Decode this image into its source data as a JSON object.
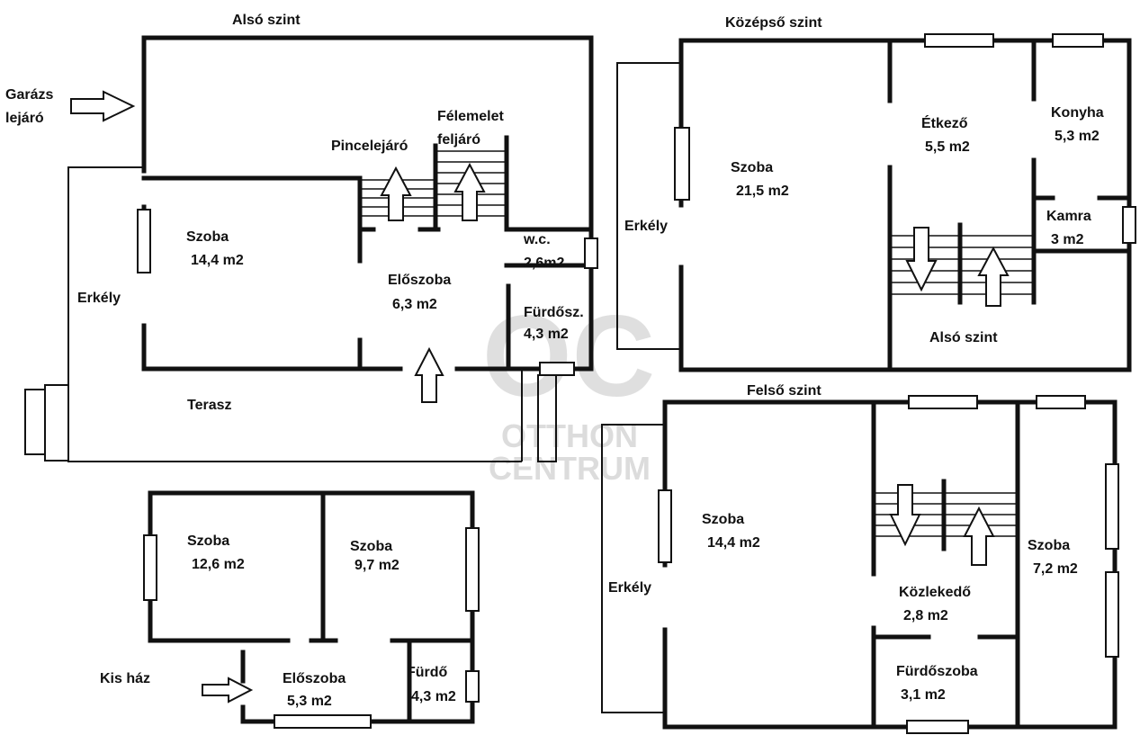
{
  "watermark": {
    "logo": "OC",
    "line1": "OTTHON",
    "line2": "CENTRUM",
    "color": "#c4c4c4"
  },
  "also_szint": {
    "title": "Alsó szint",
    "garazs_1": "Garázs",
    "garazs_2": "lejáró",
    "pincelejaro": "Pincelejáró",
    "felemelet_1": "Félemelet",
    "felemelet_2": "feljáró",
    "szoba_name": "Szoba",
    "szoba_area": "14,4 m2",
    "wc_name": "w.c.",
    "wc_area": "2,6m2",
    "eloszoba_name": "Előszoba",
    "eloszoba_area": "6,3 m2",
    "furdo_name": "Fürdősz.",
    "furdo_area": "4,3 m2",
    "erkely": "Erkély",
    "terasz": "Terasz"
  },
  "kozepso_szint": {
    "title": "Középső szint",
    "szoba_name": "Szoba",
    "szoba_area": "21,5 m2",
    "etkezo_name": "Étkező",
    "etkezo_area": "5,5 m2",
    "konyha_name": "Konyha",
    "konyha_area": "5,3 m2",
    "kamra_name": "Kamra",
    "kamra_area": "3 m2",
    "erkely": "Erkély",
    "also_szint_label": "Alsó szint"
  },
  "felso_szint": {
    "title": "Felső szint",
    "szoba1_name": "Szoba",
    "szoba1_area": "14,4 m2",
    "szoba2_name": "Szoba",
    "szoba2_area": "7,2 m2",
    "kozlekedo_name": "Közlekedő",
    "kozlekedo_area": "2,8 m2",
    "furdo_name": "Fürdőszoba",
    "furdo_area": "3,1 m2",
    "erkely": "Erkély"
  },
  "kis_haz": {
    "title": "Kis ház",
    "szoba1_name": "Szoba",
    "szoba1_area": "12,6 m2",
    "szoba2_name": "Szoba",
    "szoba2_area": "9,7 m2",
    "eloszoba_name": "Előszoba",
    "eloszoba_area": "5,3 m2",
    "furdo_name": "Fürdő",
    "furdo_area": "4,3 m2"
  }
}
